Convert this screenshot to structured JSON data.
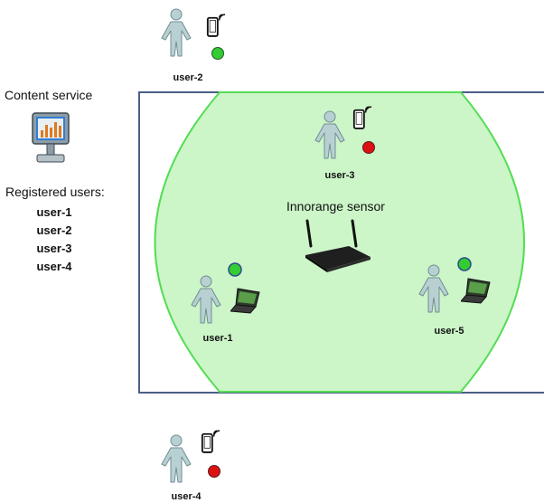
{
  "content_service": {
    "title": "Content service",
    "registered_title": "Registered users:",
    "registered_users": [
      "user-1",
      "user-2",
      "user-3",
      "user-4"
    ]
  },
  "sensor": {
    "label": "Innorange sensor"
  },
  "users": [
    {
      "id": "user-2",
      "device": "phone",
      "status": "green",
      "location": "outside"
    },
    {
      "id": "user-3",
      "device": "phone",
      "status": "red",
      "location": "inside"
    },
    {
      "id": "user-1",
      "device": "laptop",
      "status": "green",
      "location": "inside"
    },
    {
      "id": "user-5",
      "device": "laptop",
      "status": "green",
      "location": "inside"
    },
    {
      "id": "user-4",
      "device": "phone",
      "status": "red",
      "location": "outside"
    }
  ],
  "colors": {
    "coverage_fill": "#ccf5c8",
    "coverage_stroke": "#55dd55",
    "room_border": "#4a5f86",
    "status_green": "#33cc33",
    "status_red": "#dd1111",
    "person": "#b9d0d2"
  }
}
